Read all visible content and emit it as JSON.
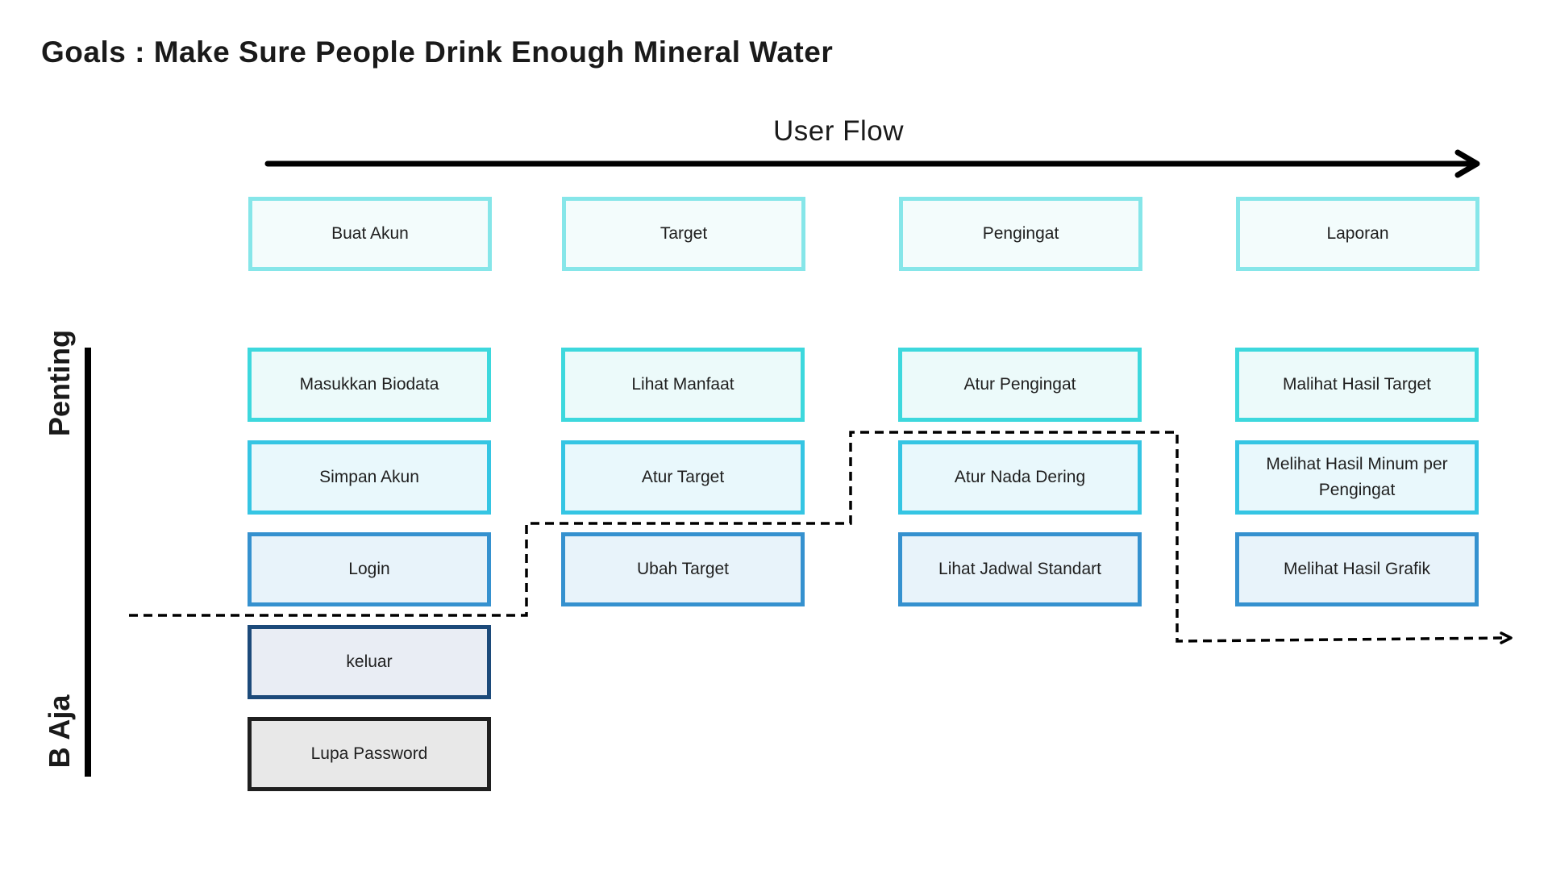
{
  "title": "Goals : Make Sure People Drink Enough Mineral Water",
  "flow_label": "User Flow",
  "axis": {
    "high": "Penting",
    "low": "B Aja"
  },
  "steps": [
    {
      "label": "Buat Akun",
      "tasks": [
        "Masukkan Biodata",
        "Simpan Akun",
        "Login",
        "keluar",
        "Lupa Password"
      ]
    },
    {
      "label": "Target",
      "tasks": [
        "Lihat Manfaat",
        "Atur Target",
        "Ubah Target"
      ]
    },
    {
      "label": "Pengingat",
      "tasks": [
        "Atur Pengingat",
        "Atur Nada Dering",
        "Lihat Jadwal Standart"
      ]
    },
    {
      "label": "Laporan",
      "tasks": [
        "Malihat Hasil Target",
        "Melihat Hasil Minum per Pengingat",
        "Melihat Hasil Grafik"
      ]
    }
  ],
  "colors": {
    "step_border": "#86e6e9",
    "priority_borders": [
      "#3dd8dd",
      "#35c5e3",
      "#3591cf",
      "#1c4a7a",
      "#1f1f1f"
    ],
    "line": "#000000"
  }
}
